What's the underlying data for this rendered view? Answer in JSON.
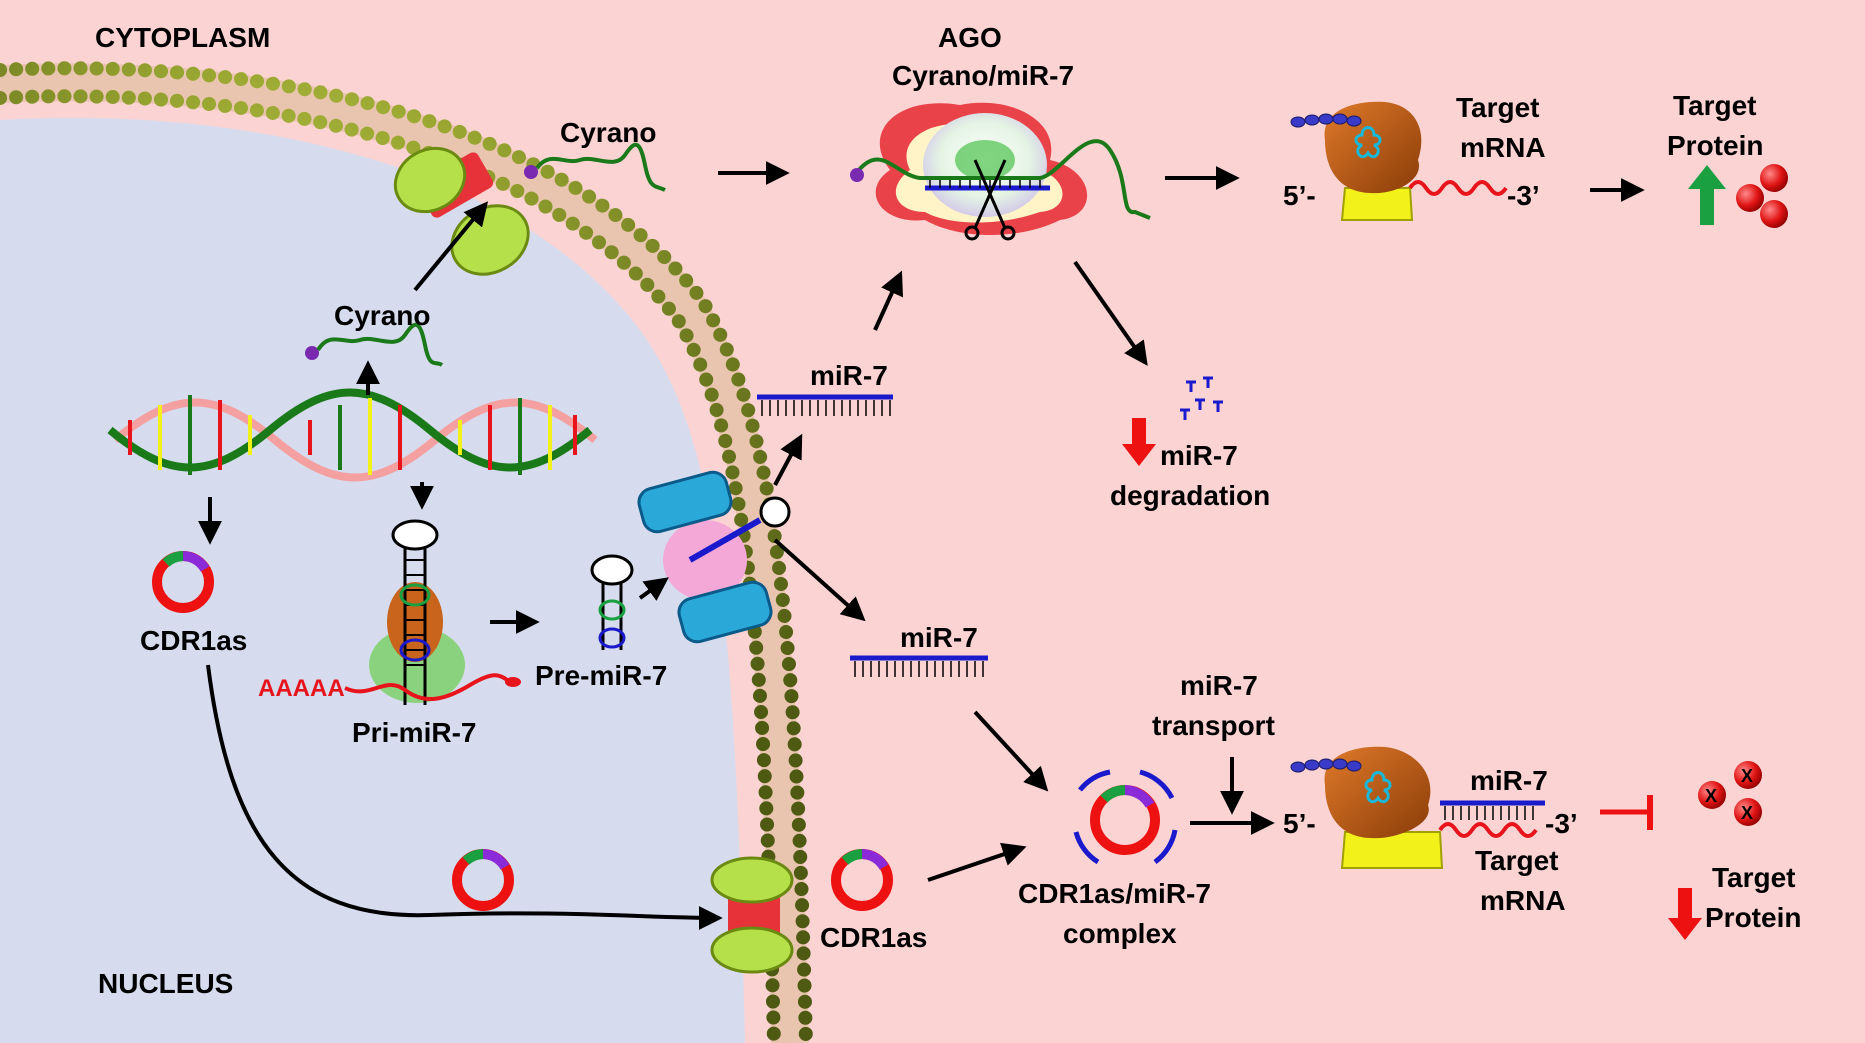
{
  "compartments": {
    "cytoplasm": "CYTOPLASM",
    "nucleus": "NUCLEUS"
  },
  "labels": {
    "cyrano_nucleus": "Cyrano",
    "cyrano_cytoplasm": "Cyrano",
    "cdr1as_nucleus": "CDR1as",
    "pri_mir7": "Pri-miR-7",
    "polya": "AAAAA",
    "pre_mir7": "Pre-miR-7",
    "mir7_upper": "miR-7",
    "mir7_lower": "miR-7",
    "ago_line1": "AGO",
    "ago_line2": "Cyrano/miR-7",
    "degradation_line1": "miR-7",
    "degradation_line2": "degradation",
    "target_mrna_top_line1": "Target",
    "target_mrna_top_line2": "mRNA",
    "five_prime_top": "5’-",
    "three_prime_top": "-3’",
    "target_protein_top_line1": "Target",
    "target_protein_top_line2": "Protein",
    "cdr1as_cytoplasm": "CDR1as",
    "complex_line1": "CDR1as/miR-7",
    "complex_line2": "complex",
    "transport_line1": "miR-7",
    "transport_line2": "transport",
    "mir7_bound": "miR-7",
    "five_prime_bottom": "5’-",
    "three_prime_bottom": "-3’",
    "target_mrna_bottom_line1": "Target",
    "target_mrna_bottom_line2": "mRNA",
    "target_protein_bottom_line1": "Target",
    "target_protein_bottom_line2": "Protein",
    "x_mark": "X"
  },
  "colors": {
    "cytoplasm": "#fbd3d3",
    "nucleus": "#d6dcee",
    "membrane_bead": "#8a9a2a",
    "pore_green": "#b5e04a",
    "pore_red": "#e8323a",
    "exportin_blue": "#2aa8d8",
    "rna_green": "#1a7a1a",
    "mirna_blue": "#1a1acc",
    "mrna_red": "#e8141c",
    "ribosome_brown": "#c8641c",
    "ribosome_yellow": "#f2f21a",
    "up_arrow": "#1aa040",
    "down_arrow": "#ee1111"
  },
  "icons": {
    "scissors": "scissors-icon",
    "up_arrow": "arrow-up-icon",
    "down_arrow": "arrow-down-icon",
    "inhibition": "inhibition-bar-icon"
  }
}
